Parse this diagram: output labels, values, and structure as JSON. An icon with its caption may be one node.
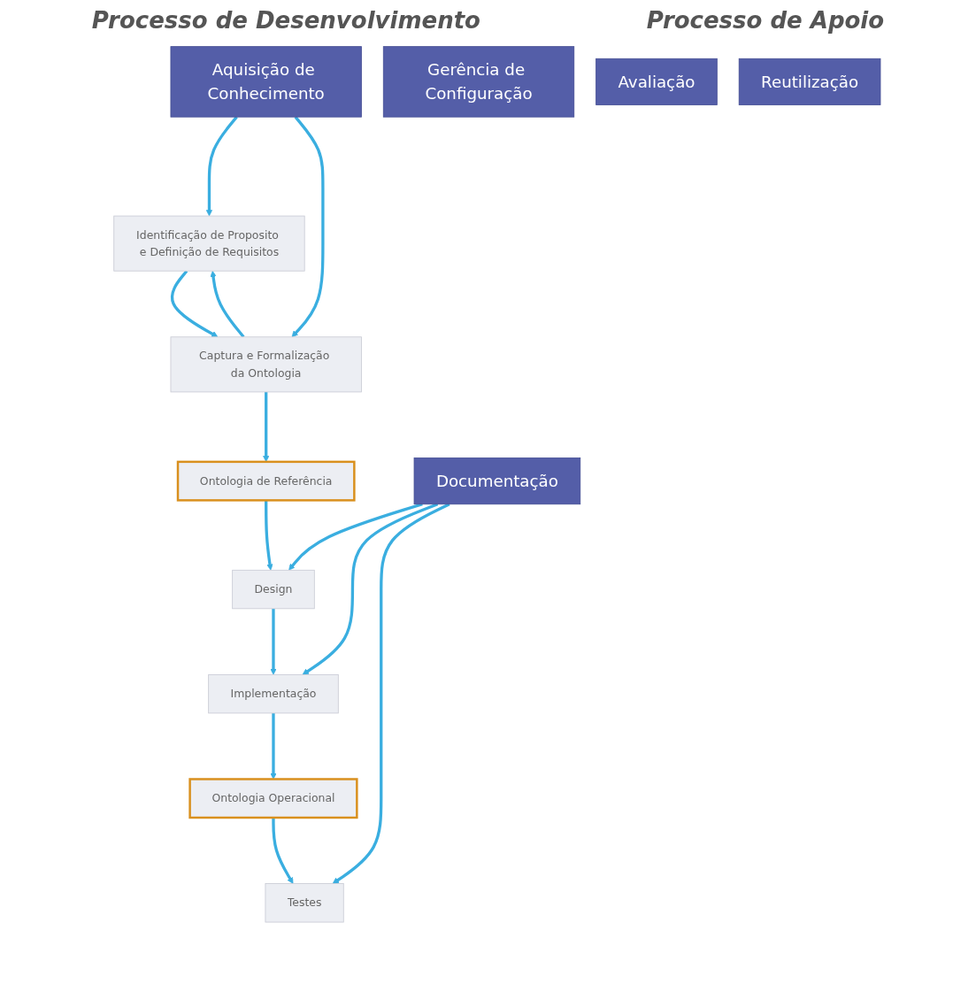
{
  "diagram": {
    "nodes": [
      {
        "text": [
          "Identificação de Proposito e Definição de Requisitos"
        ]
      },
      {
        "text": [
          "Captura e Formalização da Ontologia"
        ]
      },
      {
        "text": [
          "Ontologia de Referência"
        ]
      },
      {
        "text": [
          "Design"
        ]
      },
      {
        "text": [
          "Implementação"
        ]
      },
      {
        "text": [
          "Ontologia Operacional"
        ]
      },
      {
        "text": [
          "Testes"
        ]
      },
      {
        "text": [
          "Aquisição de Conhecimento"
        ]
      },
      {
        "text": [
          "Documentação"
        ]
      },
      {
        "text": [
          "Gerência de Configuração"
        ]
      },
      {
        "text": [
          "Avaliação"
        ]
      },
      {
        "text": [
          "Reutilização"
        ]
      }
    ],
    "edges": [
      {
        "from": 0,
        "to": 1,
        "arrow": "to"
      },
      {
        "from": 1,
        "to": 2,
        "arrow": "to"
      },
      {
        "from": 2,
        "to": 3,
        "arrow": "to"
      },
      {
        "from": 3,
        "to": 4,
        "arrow": "to"
      },
      {
        "from": 4,
        "to": 5,
        "arrow": "to"
      },
      {
        "from": 5,
        "to": 6,
        "arrow": "to"
      },
      {
        "from": 1,
        "to": 0,
        "arrow": "to"
      },
      {
        "from": 7,
        "to": 0,
        "arrow": "to"
      },
      {
        "from": 7,
        "to": 1,
        "arrow": "to"
      },
      {
        "from": 8,
        "to": 3,
        "arrow": "to"
      },
      {
        "from": 8,
        "to": 4,
        "arrow": "to"
      },
      {
        "from": 8,
        "to": 6,
        "arrow": "to"
      }
    ],
    "labels": [
      "Processo de Desenvolvimento",
      "Processo de Apoio"
    ]
  }
}
